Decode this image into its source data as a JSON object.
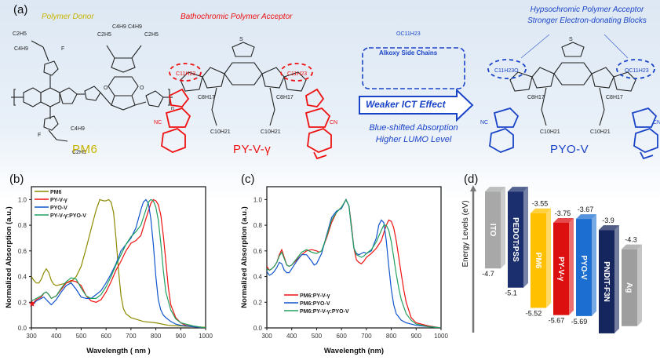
{
  "panel_a": {
    "label": "(a)",
    "donor": {
      "caption": "Polymer Donor",
      "name": "PM6",
      "color": "#c8b400"
    },
    "acceptor1": {
      "caption": "Bathochromic Polymer Acceptor",
      "name": "PY-V-γ",
      "color": "#ee1111"
    },
    "acceptor2": {
      "caption_lines": [
        "Hypsochromic Polymer Acceptor",
        "Stronger Electron-donating Blocks"
      ],
      "name": "PYO-V",
      "color": "#1a44c8"
    },
    "side_chain_box": {
      "group": "OC11H23",
      "label": "Alkoxy Side Chains"
    },
    "arrow_label": "Weaker ICT Effect",
    "effects": [
      "Blue-shifted Absorption",
      "Higher LUMO Level"
    ],
    "subst": {
      "c2h5": "C2H5",
      "c4h9": "C4H9",
      "c11h23": "C11H23",
      "c8h17": "C8H17",
      "c10h21": "C10H21",
      "oc11h23": "OC11H23",
      "c11h23o": "C11H23O",
      "nc": "NC",
      "cn": "CN",
      "n": "n",
      "s": "S",
      "f": "F",
      "o": "O"
    }
  },
  "chart_data": [
    {
      "id": "b",
      "panel_label": "(b)",
      "type": "line",
      "title": "",
      "xlabel": "Wavelength ( nm )",
      "ylabel": "Normalized Absorption (a.u.)",
      "xlim": [
        300,
        1000
      ],
      "ylim": [
        0.0,
        1.1
      ],
      "xticks": [
        300,
        400,
        500,
        600,
        700,
        800,
        900,
        1000
      ],
      "yticks": [
        0.0,
        0.2,
        0.4,
        0.6,
        0.8,
        1.0
      ],
      "grid": false,
      "legend": "top-left",
      "series": [
        {
          "name": "PM6",
          "color": "#8c8a00",
          "x": [
            300,
            310,
            320,
            330,
            340,
            350,
            360,
            370,
            380,
            390,
            400,
            420,
            440,
            460,
            480,
            500,
            520,
            540,
            560,
            575,
            590,
            600,
            610,
            620,
            630,
            640,
            650,
            660,
            670,
            680,
            700,
            750,
            800,
            850,
            900,
            950,
            1000
          ],
          "y": [
            0.4,
            0.37,
            0.35,
            0.35,
            0.38,
            0.43,
            0.46,
            0.43,
            0.37,
            0.34,
            0.33,
            0.34,
            0.35,
            0.36,
            0.4,
            0.48,
            0.62,
            0.77,
            0.92,
            1.0,
            0.99,
            0.99,
            1.0,
            0.98,
            0.9,
            0.7,
            0.45,
            0.25,
            0.15,
            0.11,
            0.08,
            0.05,
            0.04,
            0.02,
            0.015,
            0.01,
            0.005
          ]
        },
        {
          "name": "PY-V-γ",
          "color": "#ee1111",
          "x": [
            300,
            310,
            320,
            330,
            340,
            350,
            360,
            370,
            380,
            400,
            420,
            440,
            460,
            480,
            500,
            520,
            540,
            560,
            580,
            600,
            620,
            640,
            660,
            680,
            700,
            720,
            740,
            760,
            780,
            790,
            800,
            810,
            820,
            830,
            840,
            850,
            860,
            880,
            900,
            920,
            950,
            1000
          ],
          "y": [
            0.19,
            0.2,
            0.22,
            0.23,
            0.24,
            0.27,
            0.28,
            0.26,
            0.23,
            0.25,
            0.3,
            0.35,
            0.37,
            0.36,
            0.33,
            0.25,
            0.21,
            0.2,
            0.22,
            0.28,
            0.36,
            0.45,
            0.52,
            0.6,
            0.66,
            0.68,
            0.72,
            0.85,
            0.97,
            1.0,
            0.99,
            0.96,
            0.88,
            0.72,
            0.52,
            0.32,
            0.18,
            0.08,
            0.04,
            0.02,
            0.01,
            0.0
          ]
        },
        {
          "name": "PYO-V",
          "color": "#1155cc",
          "x": [
            300,
            310,
            320,
            330,
            340,
            350,
            360,
            370,
            380,
            400,
            420,
            440,
            460,
            480,
            500,
            520,
            540,
            560,
            580,
            600,
            620,
            640,
            660,
            680,
            700,
            720,
            740,
            750,
            760,
            770,
            780,
            790,
            800,
            810,
            820,
            830,
            840,
            860,
            880,
            900,
            950,
            1000
          ],
          "y": [
            0.17,
            0.19,
            0.21,
            0.22,
            0.23,
            0.24,
            0.22,
            0.2,
            0.18,
            0.22,
            0.28,
            0.33,
            0.35,
            0.3,
            0.24,
            0.23,
            0.23,
            0.26,
            0.29,
            0.35,
            0.42,
            0.5,
            0.6,
            0.65,
            0.7,
            0.78,
            0.92,
            0.98,
            1.0,
            0.97,
            0.85,
            0.65,
            0.4,
            0.22,
            0.14,
            0.1,
            0.08,
            0.05,
            0.03,
            0.02,
            0.01,
            0.0
          ]
        },
        {
          "name": "PY-V-γ:PYO-V",
          "color": "#22a060",
          "x": [
            300,
            310,
            320,
            330,
            340,
            350,
            360,
            370,
            380,
            400,
            420,
            440,
            460,
            480,
            500,
            520,
            540,
            560,
            580,
            600,
            620,
            640,
            660,
            680,
            700,
            720,
            740,
            760,
            770,
            780,
            790,
            800,
            810,
            820,
            830,
            840,
            860,
            880,
            900,
            950,
            1000
          ],
          "y": [
            0.21,
            0.22,
            0.23,
            0.24,
            0.25,
            0.27,
            0.28,
            0.26,
            0.23,
            0.25,
            0.31,
            0.36,
            0.39,
            0.38,
            0.31,
            0.25,
            0.23,
            0.23,
            0.26,
            0.32,
            0.4,
            0.49,
            0.57,
            0.65,
            0.71,
            0.75,
            0.8,
            0.92,
            0.98,
            1.0,
            0.99,
            0.94,
            0.84,
            0.66,
            0.45,
            0.28,
            0.14,
            0.07,
            0.04,
            0.015,
            0.0
          ]
        }
      ]
    },
    {
      "id": "c",
      "panel_label": "(c)",
      "type": "line",
      "title": "",
      "xlabel": "Wavelength (nm)",
      "ylabel": "Normalized Absorption (a.u.)",
      "xlim": [
        300,
        1000
      ],
      "ylim": [
        0.0,
        1.1
      ],
      "xticks": [
        300,
        400,
        500,
        600,
        700,
        800,
        900,
        1000
      ],
      "yticks": [
        0.0,
        0.2,
        0.4,
        0.6,
        0.8,
        1.0
      ],
      "grid": false,
      "legend": "lower-left",
      "series": [
        {
          "name": "PM6:PY-V-γ",
          "color": "#ee1111",
          "x": [
            300,
            310,
            320,
            330,
            340,
            350,
            360,
            370,
            380,
            390,
            400,
            420,
            440,
            460,
            480,
            500,
            510,
            520,
            540,
            560,
            580,
            600,
            610,
            618,
            630,
            640,
            650,
            660,
            670,
            680,
            690,
            700,
            720,
            740,
            760,
            780,
            790,
            800,
            810,
            820,
            830,
            840,
            850,
            860,
            880,
            900,
            950,
            1000
          ],
          "y": [
            0.48,
            0.45,
            0.46,
            0.48,
            0.51,
            0.57,
            0.61,
            0.55,
            0.49,
            0.48,
            0.49,
            0.53,
            0.57,
            0.6,
            0.61,
            0.6,
            0.59,
            0.6,
            0.7,
            0.82,
            0.9,
            0.94,
            0.97,
            1.0,
            0.95,
            0.8,
            0.62,
            0.53,
            0.51,
            0.5,
            0.52,
            0.55,
            0.58,
            0.62,
            0.68,
            0.8,
            0.84,
            0.83,
            0.78,
            0.68,
            0.55,
            0.42,
            0.3,
            0.2,
            0.08,
            0.04,
            0.015,
            0.0
          ]
        },
        {
          "name": "PM6:PYO-V",
          "color": "#1155cc",
          "x": [
            300,
            310,
            320,
            330,
            340,
            350,
            360,
            370,
            380,
            390,
            400,
            420,
            440,
            460,
            480,
            490,
            500,
            520,
            540,
            560,
            580,
            600,
            618,
            630,
            640,
            650,
            660,
            670,
            680,
            690,
            700,
            720,
            740,
            750,
            760,
            770,
            780,
            790,
            800,
            810,
            820,
            840,
            860,
            880,
            900,
            950,
            1000
          ],
          "y": [
            0.44,
            0.41,
            0.42,
            0.44,
            0.47,
            0.51,
            0.5,
            0.45,
            0.43,
            0.43,
            0.46,
            0.52,
            0.57,
            0.57,
            0.52,
            0.49,
            0.5,
            0.58,
            0.72,
            0.86,
            0.91,
            0.93,
            1.0,
            0.95,
            0.78,
            0.62,
            0.58,
            0.57,
            0.58,
            0.59,
            0.58,
            0.6,
            0.7,
            0.8,
            0.84,
            0.82,
            0.68,
            0.48,
            0.3,
            0.18,
            0.11,
            0.06,
            0.04,
            0.03,
            0.02,
            0.01,
            0.0
          ]
        },
        {
          "name": "PM6:PY-V-γ:PYO-V",
          "color": "#22a060",
          "x": [
            300,
            310,
            320,
            330,
            340,
            350,
            360,
            370,
            380,
            390,
            400,
            420,
            440,
            460,
            480,
            500,
            520,
            540,
            560,
            580,
            600,
            618,
            630,
            640,
            650,
            660,
            670,
            680,
            690,
            700,
            720,
            740,
            760,
            770,
            780,
            790,
            800,
            810,
            820,
            830,
            840,
            860,
            880,
            900,
            950,
            1000
          ],
          "y": [
            0.46,
            0.45,
            0.46,
            0.48,
            0.51,
            0.56,
            0.59,
            0.54,
            0.49,
            0.48,
            0.49,
            0.54,
            0.59,
            0.61,
            0.59,
            0.58,
            0.6,
            0.71,
            0.84,
            0.9,
            0.94,
            1.0,
            0.95,
            0.78,
            0.62,
            0.57,
            0.56,
            0.55,
            0.56,
            0.58,
            0.61,
            0.67,
            0.76,
            0.8,
            0.8,
            0.76,
            0.67,
            0.55,
            0.42,
            0.31,
            0.22,
            0.11,
            0.06,
            0.03,
            0.01,
            0.0
          ]
        }
      ]
    },
    {
      "id": "d",
      "panel_label": "(d)",
      "type": "bar",
      "title": "",
      "ylabel": "Energy Levels (eV)",
      "ylim": [
        -6.1,
        -3.0
      ],
      "categories": [
        "ITO",
        "PEDOT:PSS",
        "PM6",
        "PY-V-γ",
        "PYO-V",
        "PNDIT-F3N",
        "Ag"
      ],
      "series": [
        {
          "name": "top",
          "values": [
            null,
            null,
            -3.55,
            -3.75,
            -3.67,
            -3.9,
            -4.3
          ]
        },
        {
          "name": "bottom",
          "values": [
            -4.7,
            -5.1,
            -5.52,
            -5.67,
            -5.69,
            null,
            null
          ]
        }
      ],
      "top_labels": [
        "",
        "",
        "-3.55",
        "-3.75",
        "-3.67",
        "-3.9",
        "-4.3"
      ],
      "bottom_labels": [
        "-4.7",
        "-5.1",
        "-5.52",
        "-5.67",
        "-5.69",
        "",
        ""
      ],
      "colors": [
        "#a8a8a8",
        "#1b2f6e",
        "#ffc000",
        "#dd1010",
        "#1c6fd0",
        "#15265e",
        "#9e9e9e"
      ]
    }
  ]
}
